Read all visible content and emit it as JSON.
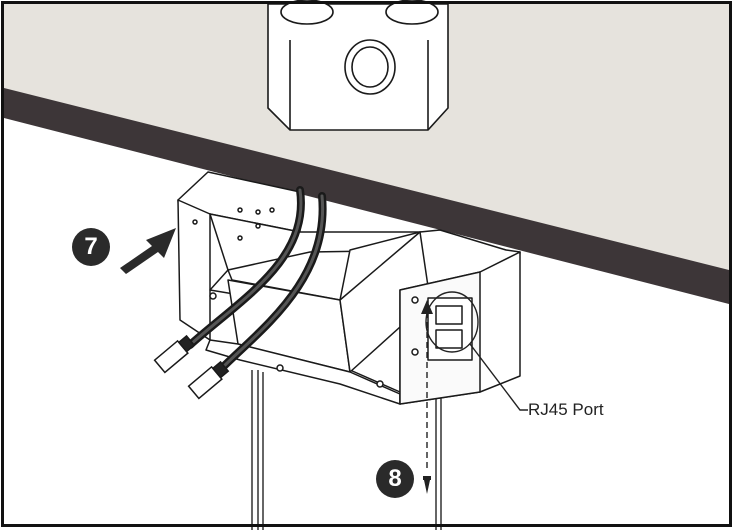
{
  "steps": {
    "step7": "7",
    "step8": "8"
  },
  "labels": {
    "rj45_port": "RJ45 Port"
  },
  "colors": {
    "ceiling": "#e6e3dd",
    "ceiling_edge": "#3d3638",
    "line": "#1a1a1a",
    "badge": "#2a2a2a"
  },
  "icons": {
    "arrow": "push-arrow-icon",
    "screw": "screw-icon"
  }
}
